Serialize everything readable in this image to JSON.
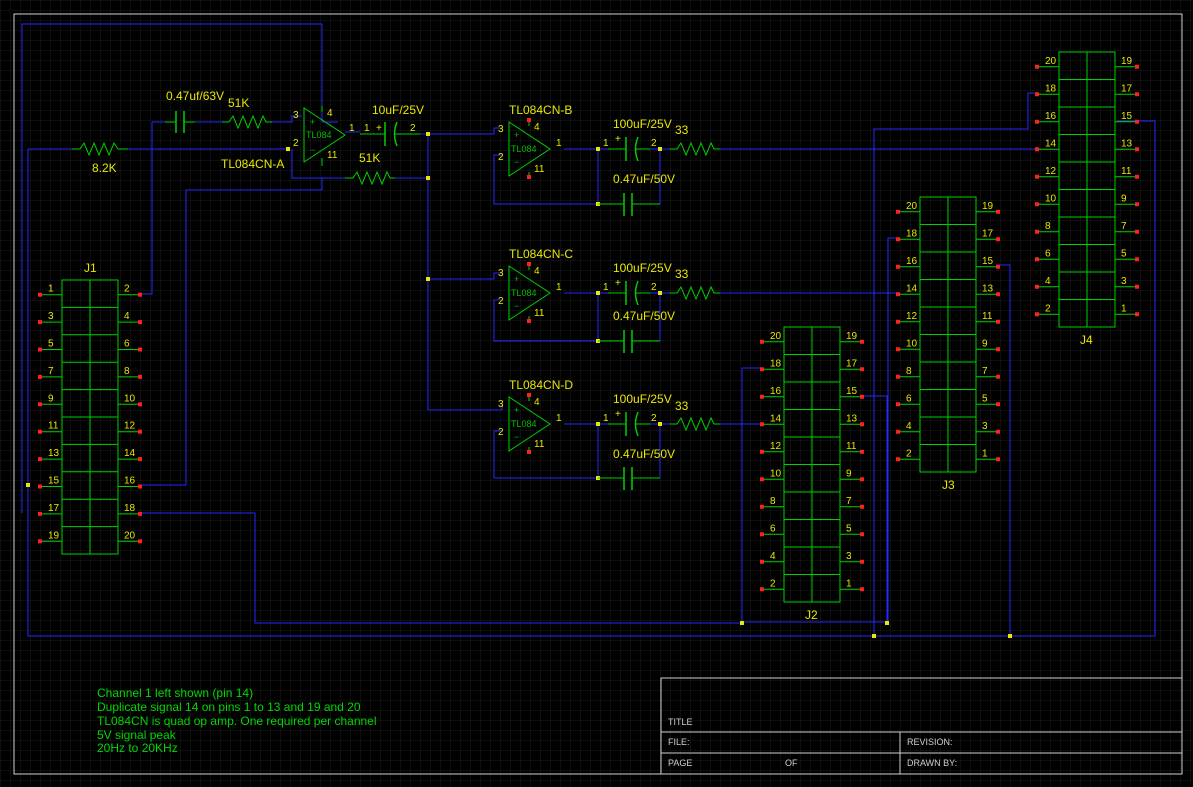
{
  "components": {
    "cap_in": "0.47uf/63V",
    "res_51k_in": "51K",
    "res_8k2": "8.2K",
    "res_51k_fb": "51K",
    "cap_10uf": "10uF/25V",
    "opamp_a": "TL084CN-A",
    "opamp_b": "TL084CN-B",
    "opamp_c": "TL084CN-C",
    "opamp_d": "TL084CN-D",
    "opamp_body": "TL084",
    "cap_100uf": "100uF/25V",
    "cap_047": "0.47uF/50V",
    "res_33": "33"
  },
  "opamp_pins": {
    "plus": "+",
    "minus": "−",
    "p1": "1",
    "p2": "2",
    "p3": "3",
    "p4": "4",
    "p11": "11"
  },
  "cap_pins": {
    "p1": "1",
    "p2": "2",
    "plus": "+"
  },
  "connectors": {
    "j1": "J1",
    "j2": "J2",
    "j3": "J3",
    "j4": "J4"
  },
  "notes": [
    "Channel 1 left shown (pin 14)",
    "Duplicate signal 14 on pins 1 to 13 and 19 and 20",
    "TL084CN is quad op amp. One required per channel",
    "5V signal peak",
    "20Hz to 20KHz"
  ],
  "title_block": {
    "title": "TITLE",
    "file": "FILE:",
    "revision": "REVISION:",
    "page": "PAGE",
    "of": "OF",
    "drawn_by": "DRAWN BY:"
  },
  "colors": {
    "background": "#000000",
    "wire": "#2828ff",
    "component": "#00d000",
    "label": "#e8e800",
    "pin_end": "#ff2020",
    "note": "#00d800",
    "grid": "#1c1c1c"
  }
}
